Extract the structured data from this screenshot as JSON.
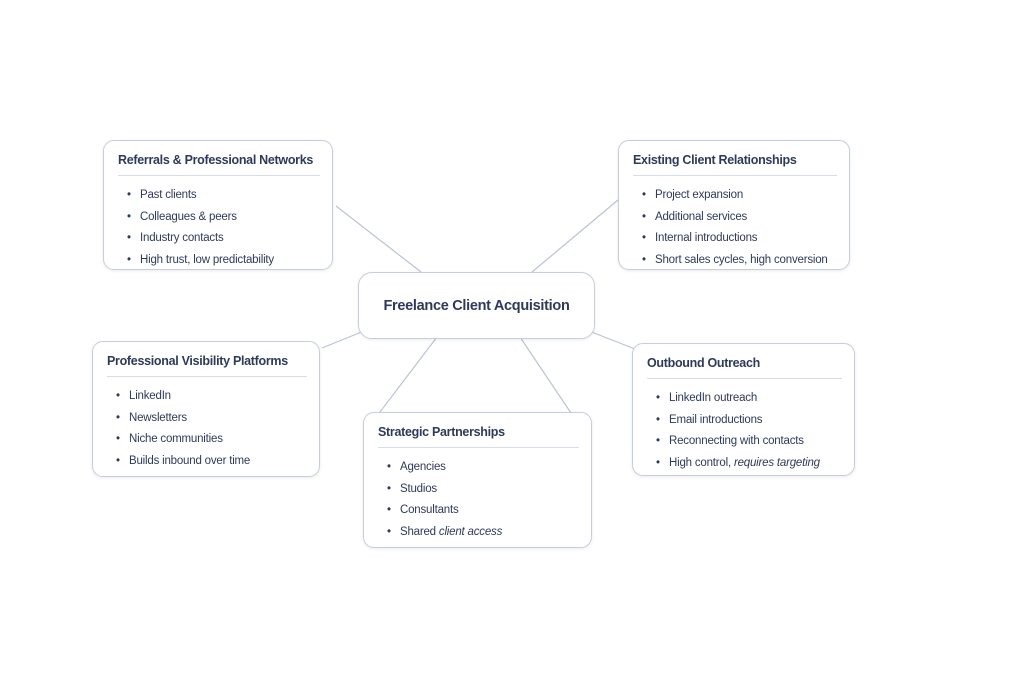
{
  "diagram": {
    "center": {
      "id": "freelance-client-acquisition",
      "title": "Freelance Client Acquisition"
    },
    "nodes": [
      {
        "id": "referrals-professional-networks",
        "title": "Referrals & Professional Networks",
        "items": [
          "Past clients",
          "Colleagues & peers",
          "Industry contacts",
          "High trust, low predictability"
        ]
      },
      {
        "id": "existing-client-relationships",
        "title": "Existing Client Relationships",
        "items": [
          "Project expansion",
          "Additional services",
          "Internal introductions",
          "Short sales cycles, high conversion"
        ]
      },
      {
        "id": "professional-visibility-platforms",
        "title": "Professional Visibility Platforms",
        "items": [
          "LinkedIn",
          "Newsletters",
          "Niche communities",
          "Builds inbound over time"
        ]
      },
      {
        "id": "outbound-outreach",
        "title": "Outbound Outreach",
        "items": [
          "LinkedIn outreach",
          "Email introductions",
          "Reconnecting with contacts",
          [
            {
              "t": "High control, ",
              "i": false
            },
            {
              "t": "requires targeting",
              "i": true
            }
          ]
        ]
      },
      {
        "id": "strategic-partnerships",
        "title": "Strategic Partnerships",
        "items": [
          "Agencies",
          "Studios",
          "Consultants",
          [
            {
              "t": "Shared ",
              "i": false
            },
            {
              "t": "client access",
              "i": true
            }
          ]
        ]
      }
    ],
    "edges": [
      {
        "from": "freelance-client-acquisition",
        "to": "referrals-professional-networks"
      },
      {
        "from": "freelance-client-acquisition",
        "to": "existing-client-relationships"
      },
      {
        "from": "freelance-client-acquisition",
        "to": "professional-visibility-platforms"
      },
      {
        "from": "freelance-client-acquisition",
        "to": "outbound-outreach"
      },
      {
        "from": "freelance-client-acquisition",
        "to": "strategic-partnerships"
      }
    ],
    "colors": {
      "text": "#2e3a59",
      "border": "#c7cedb",
      "connector": "#bac3d4",
      "underline": "#d8dce6",
      "background": "#ffffff"
    }
  }
}
